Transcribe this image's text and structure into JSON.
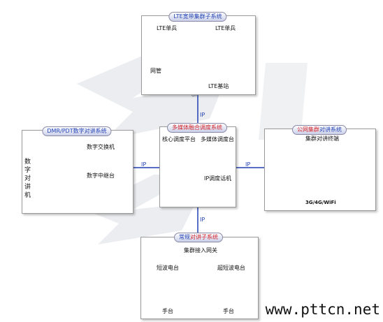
{
  "lte": {
    "title": "LTE宽带集群子系统",
    "terminal_left": "LTE单兵",
    "terminal_right": "LTE单兵",
    "network_mgmt": "网管",
    "base_station": "LTE基站"
  },
  "dmr": {
    "title": "DMR/PDT数字对讲系统",
    "title_parts": [
      "DMR",
      "/PDT数字对讲系统"
    ],
    "digital_switch": "数字交换机",
    "digital_repeater": "数字中继台",
    "handheld_vertical": "数字对讲机"
  },
  "core": {
    "title": "多媒体融合调度系统",
    "core_platform": "核心调度平台",
    "multimedia_console": "多媒体调度台",
    "ip_phone": "IP调度话机"
  },
  "public": {
    "title": "公网集群对讲系统",
    "title_parts": [
      "公网集群",
      "对讲系统"
    ],
    "terminal": "集群对讲终端",
    "network": "3G/4G/WiFi"
  },
  "conventional": {
    "title": "常规对讲子系统",
    "title_parts": [
      "常规",
      "对讲子系统"
    ],
    "gateway": "集群接入网关",
    "shortwave": "短波电台",
    "ultrashortwave": "超短波电台",
    "handset_left": "手台",
    "handset_right": "手台"
  },
  "links": {
    "top": "IP",
    "left": "IP",
    "right": "IP",
    "bottom": "IP"
  },
  "watermark": "www.pttcn.net",
  "colors": {
    "link_blue": "#1f3fb3",
    "title_red": "#d2232a",
    "lightning": "#e7e900"
  }
}
